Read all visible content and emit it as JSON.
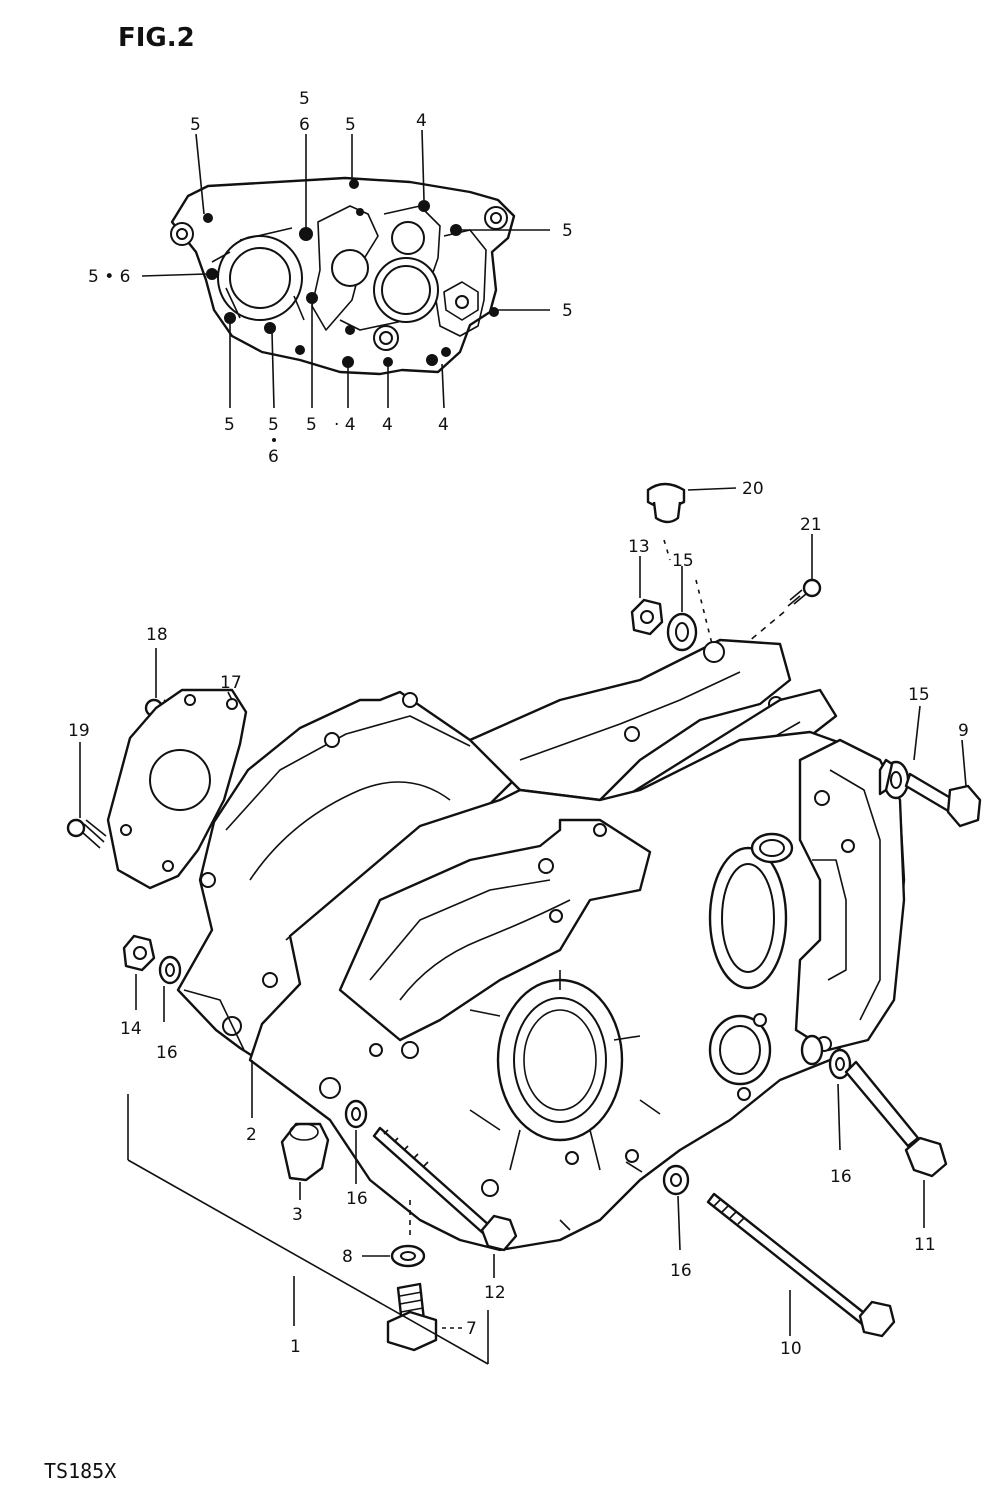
{
  "figure_title": "FIG.2",
  "model_code": "TS185X",
  "callouts": [
    {
      "id": "c-5a",
      "text": "5"
    },
    {
      "id": "c-5b",
      "text": "5"
    },
    {
      "id": "c-6a",
      "text": "6"
    },
    {
      "id": "c-5c",
      "text": "5"
    },
    {
      "id": "c-4a",
      "text": "4"
    },
    {
      "id": "c-56left",
      "text": "5 • 6"
    },
    {
      "id": "c-5d",
      "text": "5"
    },
    {
      "id": "c-5e",
      "text": "5"
    },
    {
      "id": "c-5f",
      "text": "5"
    },
    {
      "id": "c-5g",
      "text": "5"
    },
    {
      "id": "c-6b",
      "text": "6"
    },
    {
      "id": "c-5h",
      "text": "5"
    },
    {
      "id": "c-4b",
      "text": "· 4"
    },
    {
      "id": "c-4c",
      "text": "4"
    },
    {
      "id": "c-4d",
      "text": "4"
    },
    {
      "id": "c-20",
      "text": "20"
    },
    {
      "id": "c-13",
      "text": "13"
    },
    {
      "id": "c-15a",
      "text": "15"
    },
    {
      "id": "c-21",
      "text": "21"
    },
    {
      "id": "c-18",
      "text": "18"
    },
    {
      "id": "c-17",
      "text": "17"
    },
    {
      "id": "c-19",
      "text": "19"
    },
    {
      "id": "c-15b",
      "text": "15"
    },
    {
      "id": "c-9",
      "text": "9"
    },
    {
      "id": "c-14",
      "text": "14"
    },
    {
      "id": "c-16a",
      "text": "16"
    },
    {
      "id": "c-2",
      "text": "2"
    },
    {
      "id": "c-3",
      "text": "3"
    },
    {
      "id": "c-16b",
      "text": "16"
    },
    {
      "id": "c-16c",
      "text": "16"
    },
    {
      "id": "c-11",
      "text": "11"
    },
    {
      "id": "c-8",
      "text": "8"
    },
    {
      "id": "c-12",
      "text": "12"
    },
    {
      "id": "c-16d",
      "text": "16"
    },
    {
      "id": "c-7",
      "text": "7"
    },
    {
      "id": "c-1",
      "text": "1"
    },
    {
      "id": "c-10",
      "text": "10"
    }
  ]
}
